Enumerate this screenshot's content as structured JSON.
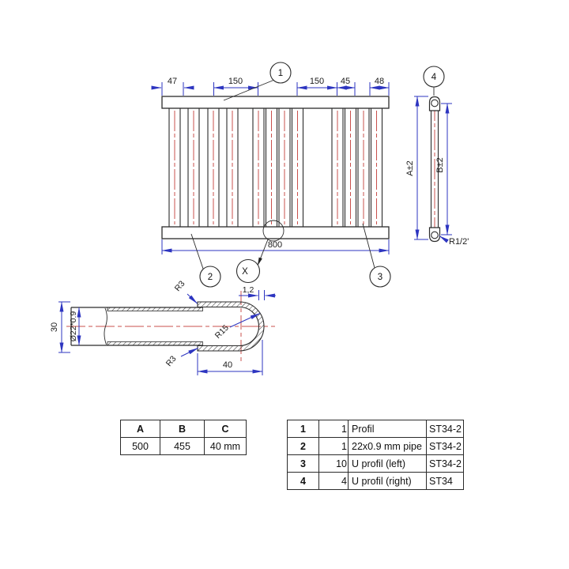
{
  "colors": {
    "line": "#2b2b2b",
    "dimension": "#2d35c0",
    "centerline": "#c9504c"
  },
  "front_view": {
    "dims_top": [
      "47",
      "150",
      "150",
      "45",
      "48"
    ],
    "dim_total": "800",
    "callout_1": "1",
    "callout_2": "2",
    "callout_3": "3",
    "detail_label": "X"
  },
  "side_view": {
    "callout_4": "4",
    "dim_outer": "A±2",
    "dim_inner": "B±2",
    "connection": "R1/2'"
  },
  "section_view": {
    "dim_height": "30",
    "dim_pipe": "Ø22*0.9",
    "fillet_top": "R3",
    "fillet_bottom": "R3",
    "dim_wall": "1,2",
    "dim_radius": "R15",
    "dim_length": "40"
  },
  "dimensions_table": {
    "headers": [
      "A",
      "B",
      "C"
    ],
    "values": [
      "500",
      "455",
      "40 mm"
    ]
  },
  "parts_table": {
    "rows": [
      {
        "no": "1",
        "qty": "1",
        "name": "Profil",
        "material": "ST34-2"
      },
      {
        "no": "2",
        "qty": "1",
        "name": "22x0.9 mm pipe",
        "material": "ST34-2"
      },
      {
        "no": "3",
        "qty": "10",
        "name": "U profil (left)",
        "material": "ST34-2"
      },
      {
        "no": "4",
        "qty": "4",
        "name": "U profil (right)",
        "material": "ST34"
      }
    ]
  }
}
